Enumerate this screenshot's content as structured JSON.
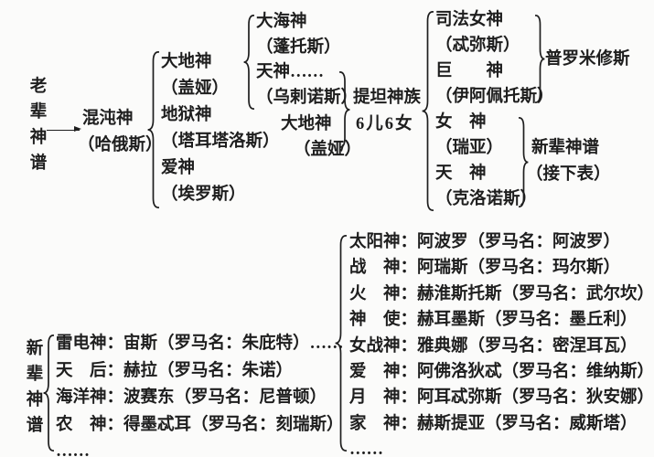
{
  "canvas": {
    "background": "#fbfbfa",
    "ink": "#1e1e1e"
  },
  "old_genealogy": {
    "label": "老辈神谱",
    "root": {
      "title": "混沌神",
      "name": "（哈俄斯）"
    },
    "children": [
      {
        "title": "大地神",
        "name": "（盖娅）"
      },
      {
        "title": "地狱神",
        "name": "（塔耳塔洛斯）"
      },
      {
        "title": "爱神",
        "name": "（埃罗斯）"
      }
    ],
    "earth_children": [
      {
        "title": "大海神",
        "name": "（蓬托斯）"
      },
      {
        "title": "天神……",
        "name": "（乌剌诺斯）"
      }
    ],
    "earth_repeat": {
      "title": "大地神",
      "name": "（盖娅）"
    },
    "titan_family": "提坦神族",
    "titan_count": "6儿6女",
    "titans": [
      {
        "title": "司法女神",
        "name": "（忒弥斯）"
      },
      {
        "title": "巨　　神",
        "name": "（伊阿佩托斯）"
      },
      {
        "title": "女　神",
        "name": "（瑞亚）"
      },
      {
        "title": "天　神",
        "name": "（克洛诺斯）"
      }
    ],
    "prometheus": "普罗米修斯",
    "new_ref": {
      "line1": "新辈神谱",
      "line2": "（接下表）"
    }
  },
  "new_genealogy": {
    "label": "新辈神谱",
    "olympians": [
      "雷电神：宙斯（罗马名：朱庇特）……",
      "天　后：赫拉（罗马名：朱诺）",
      "海洋神：波赛东（罗马名：尼普顿）",
      "农　神：得墨忒耳（罗马名：刻瑞斯）",
      "……"
    ],
    "zeus_children": [
      "太阳神：阿波罗（罗马名：阿波罗）",
      "战　神：阿瑞斯（罗马名：玛尔斯）",
      "火　神：赫淮斯托斯（罗马名：武尔坎）",
      "神　使：赫耳墨斯（罗马名：墨丘利）",
      "女战神：雅典娜（罗马名：密涅耳瓦）",
      "爱　神：阿佛洛狄忒（罗马名：维纳斯）",
      "月　神：阿耳忒弥斯（罗马名：狄安娜）",
      "家　神：赫斯提亚（罗马名：威斯塔）",
      "……"
    ]
  }
}
